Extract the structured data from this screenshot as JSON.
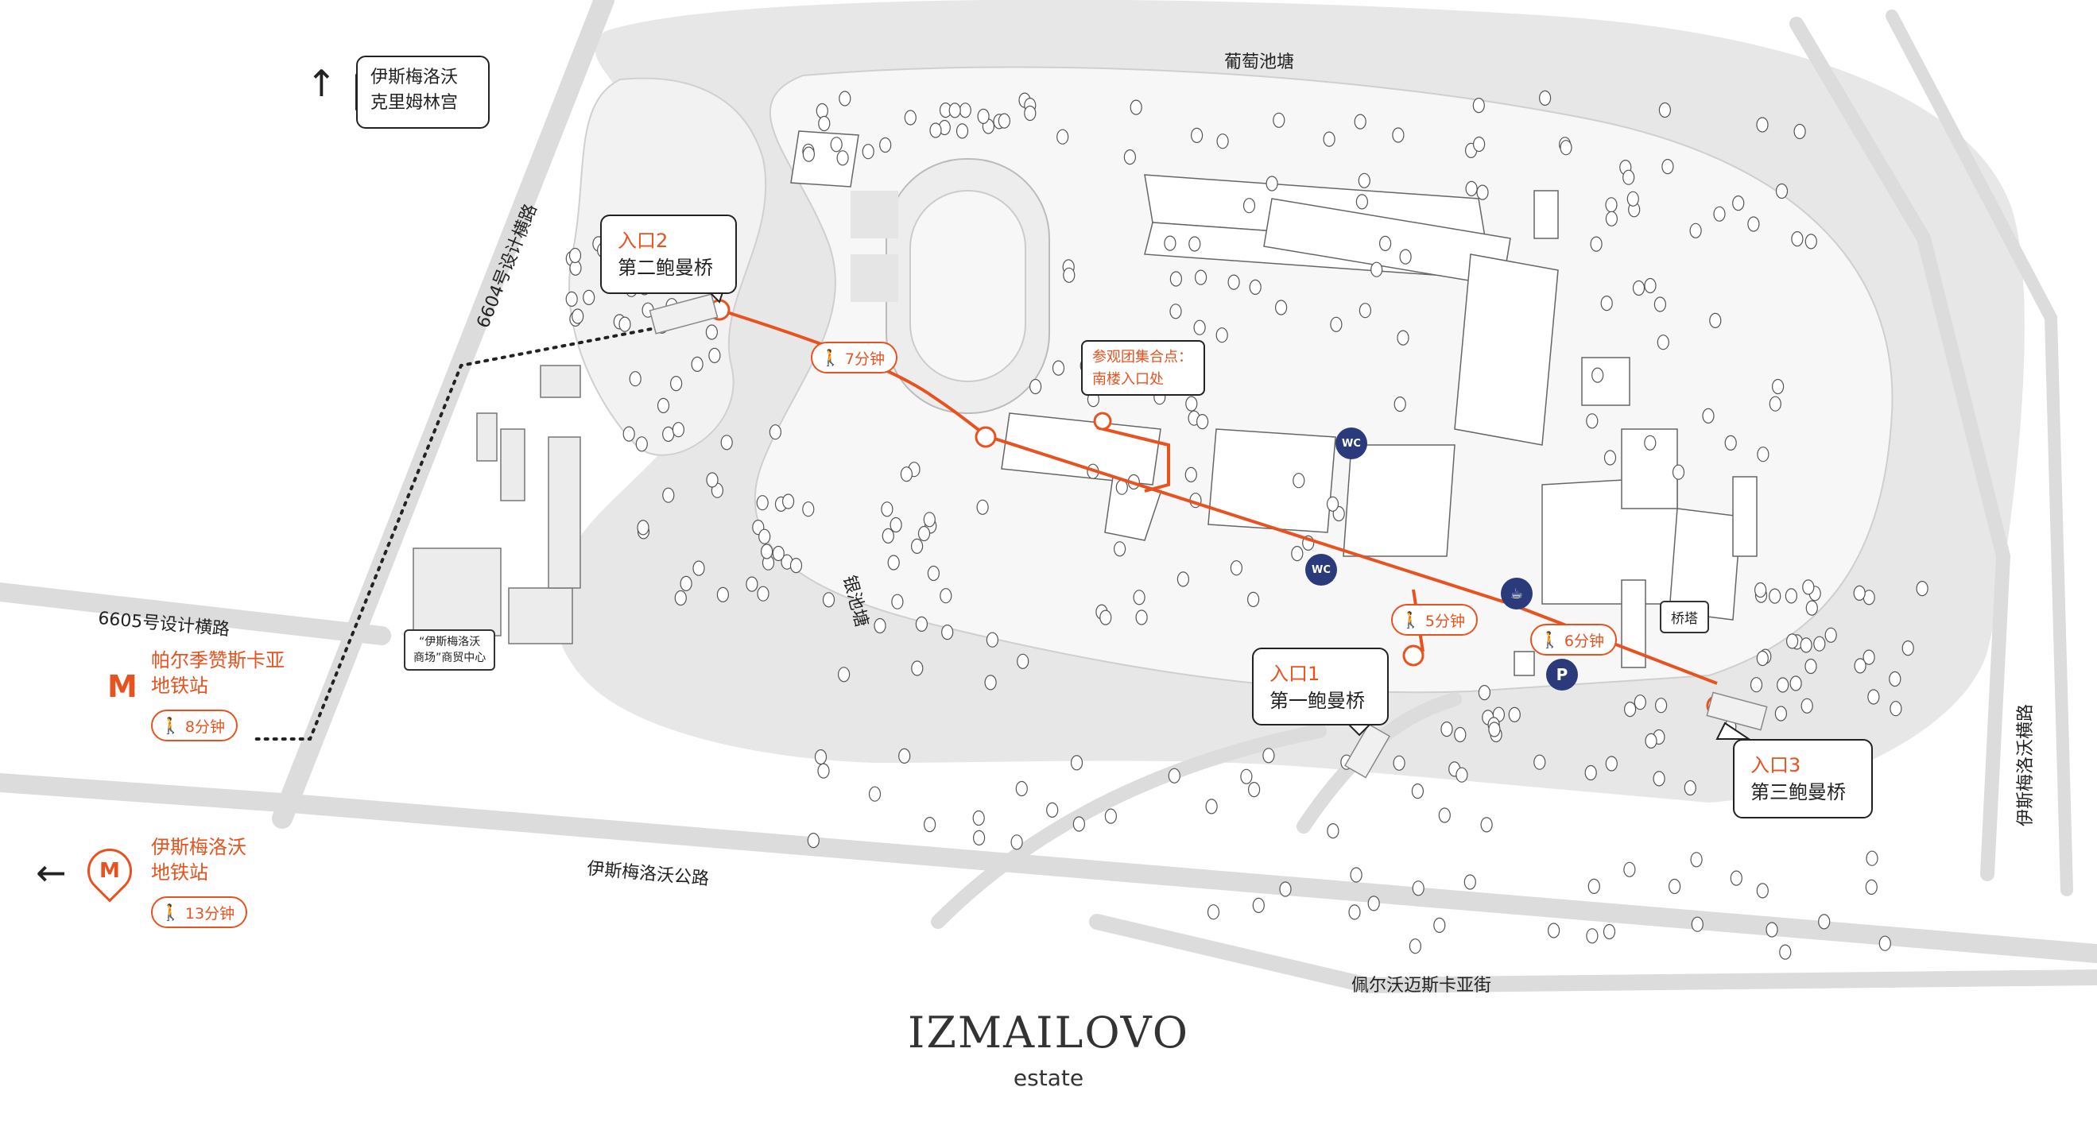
{
  "entrances": {
    "entrance1": {
      "title": "入口1",
      "subtitle": "第一鲍曼桥"
    },
    "entrance2": {
      "title": "入口2",
      "subtitle": "第二鲍曼桥"
    },
    "entrance3": {
      "title": "入口3",
      "subtitle": "第三鲍曼桥"
    }
  },
  "kremlin": {
    "line1": "伊斯梅洛沃",
    "line2": "克里姆林宫"
  },
  "meeting_point": {
    "line1": "参观团集合点：",
    "line2": "南楼入口处"
  },
  "walk_times": {
    "w7": "7分钟",
    "w5": "5分钟",
    "w6": "6分钟",
    "metro1": "8分钟",
    "metro2": "13分钟"
  },
  "metros": {
    "partizanskaya": {
      "line1": "帕尔季赞斯卡亚",
      "line2": "地铁站"
    },
    "izmailovo": {
      "line1": "伊斯梅洛沃",
      "line2": "地铁站"
    }
  },
  "roads": {
    "r6604": "6604号设计横路",
    "r6605": "6605号设计横路",
    "highway": "伊斯梅洛沃公路",
    "pervomayskaya": "佩尔沃迈斯卡亚街",
    "izm_passage": "伊斯梅洛沃横路"
  },
  "water": {
    "grape_pond": "葡萄池塘",
    "silver_pond": "银池塘"
  },
  "places": {
    "bridge_tower": "桥塔",
    "trade_center": "“伊斯梅洛沃\n商场”商贸中心"
  },
  "badges": {
    "wc": "WC",
    "parking": "P",
    "cafe": "☕"
  },
  "brand": {
    "name": "IZMAILOVO",
    "sub": "estate"
  },
  "colors": {
    "accent": "#e8521f",
    "water": "#e7e7e7",
    "badge": "#2a3a7a"
  }
}
